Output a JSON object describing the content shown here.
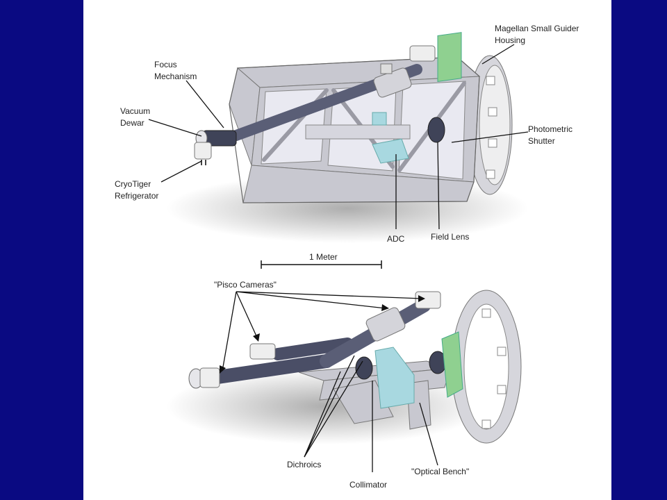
{
  "labels": {
    "top": {
      "magellan_line1": "Magellan Small Guider",
      "magellan_line2": "Housing",
      "focus_line1": "Focus",
      "focus_line2": "Mechanism",
      "vacuum_line1": "Vacuum",
      "vacuum_line2": "Dewar",
      "cryo_line1": "CryoTiger",
      "cryo_line2": "Refrigerator",
      "photometric_line1": "Photometric",
      "photometric_line2": "Shutter",
      "adc": "ADC",
      "field_lens": "Field Lens"
    },
    "scale": "1 Meter",
    "bottom": {
      "pisco_cameras": "\"Pisco Cameras\"",
      "dichroics": "Dichroics",
      "collimator": "Collimator",
      "optical_bench": "\"Optical Bench\""
    }
  },
  "colors": {
    "background": "#0a0a82",
    "panel": "#ffffff",
    "structure": "#c8c8d0",
    "adc": "#a8d8e0",
    "shutter": "#8fd090",
    "camera": "#4a4e66"
  }
}
